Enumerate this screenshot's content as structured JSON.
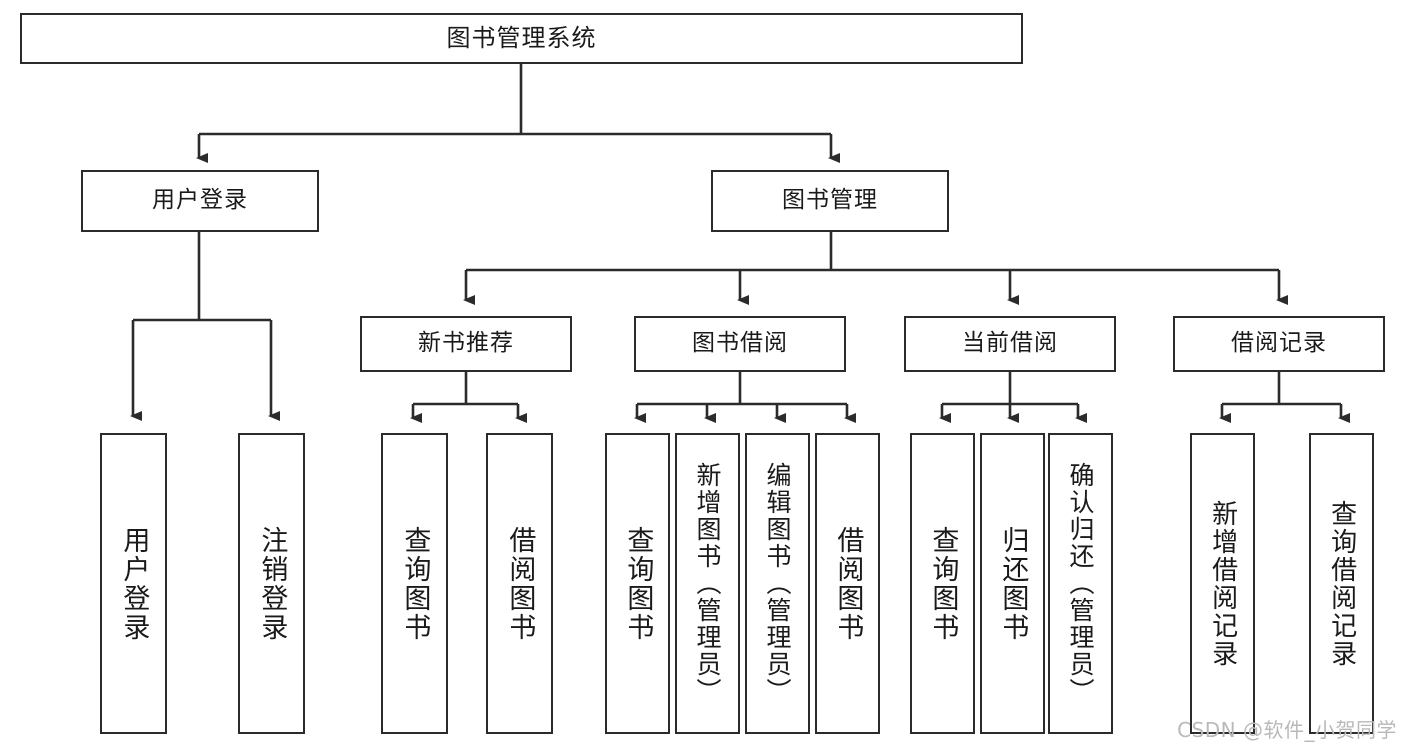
{
  "diagram": {
    "title": "图书管理系统",
    "type": "tree-hierarchy",
    "stroke_color": "#2b2b2b",
    "background_color": "#ffffff",
    "watermark": "CSDN @软件_小贺同学",
    "root": {
      "label": "图书管理系统"
    },
    "level1": [
      {
        "label": "用户登录"
      },
      {
        "label": "图书管理"
      }
    ],
    "level2": [
      {
        "label": "新书推荐"
      },
      {
        "label": "图书借阅"
      },
      {
        "label": "当前借阅"
      },
      {
        "label": "借阅记录"
      }
    ],
    "leaves": {
      "user_login": [
        {
          "label": "用户登录"
        },
        {
          "label": "注销登录"
        }
      ],
      "new_book_recommend": [
        {
          "label": "查询图书"
        },
        {
          "label": "借阅图书"
        }
      ],
      "book_borrow": [
        {
          "label": "查询图书"
        },
        {
          "label": "新增图书（管理员）"
        },
        {
          "label": "编辑图书（管理员）"
        },
        {
          "label": "借阅图书"
        }
      ],
      "current_borrow": [
        {
          "label": "查询图书"
        },
        {
          "label": "归还图书"
        },
        {
          "label": "确认归还（管理员）"
        }
      ],
      "borrow_record": [
        {
          "label": "新增借阅记录"
        },
        {
          "label": "查询借阅记录"
        }
      ]
    }
  }
}
